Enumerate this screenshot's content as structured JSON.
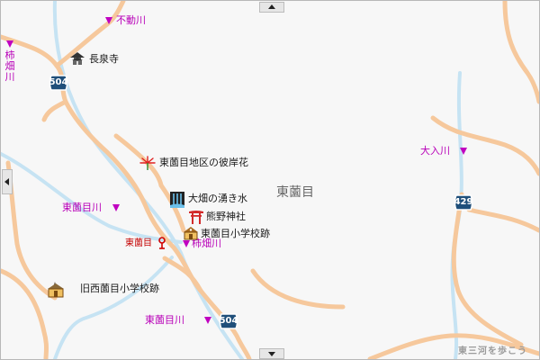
{
  "places": {
    "chosenji": "長泉寺",
    "higanbana": "東薗目地区の彼岸花",
    "spring": "大畑の湧き水",
    "shrine": "熊野神社",
    "school": "東薗目小学校跡",
    "old_school": "旧西薗目小学校跡",
    "area": "東薗目",
    "marker": "東薗目"
  },
  "rivers": {
    "fudo": "不動川",
    "kakihata_vertical": "柿畑川",
    "kakihata": "柿畑川",
    "oiri": "大入川",
    "higashi_sonome": "東薗目川",
    "higashi_sonome_south": "東薗目川"
  },
  "routes": {
    "r504_north": "504",
    "r504_south": "504",
    "r429": "429"
  },
  "watermark": "東三河を歩こう",
  "icons": {
    "temple": "temple-icon",
    "flower": "flower-icon",
    "spring": "waterfall-icon",
    "shrine": "torii-icon",
    "school": "school-icon",
    "old_school": "school-icon",
    "marker": "location-pin-icon",
    "river_marker": "triangle-down-icon",
    "route_shield": "route-shield-icon"
  },
  "colors": {
    "road": "#f6c89c",
    "river": "#bfe0f2",
    "label_purple": "#b800b8",
    "marker_red": "#d00000",
    "route_shield": "#1f4f7a"
  }
}
